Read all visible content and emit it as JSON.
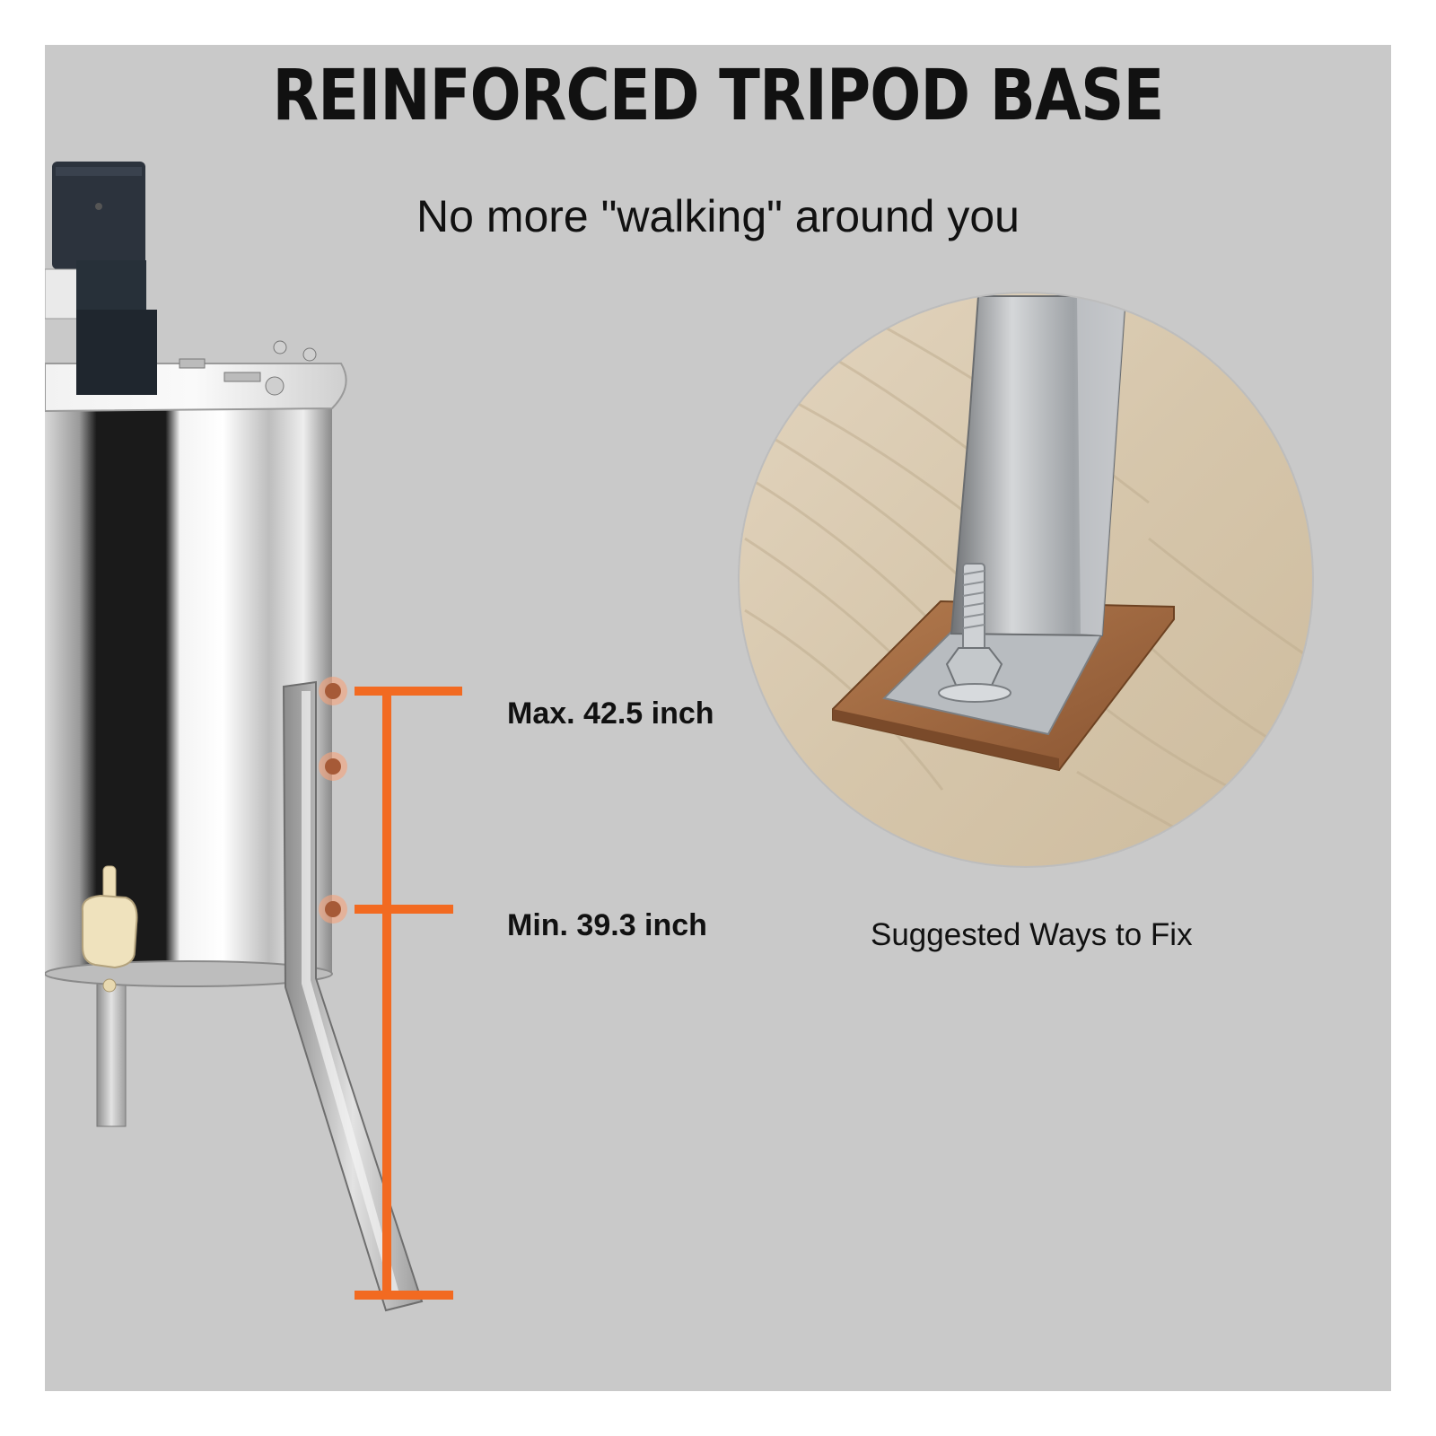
{
  "heading": {
    "title": "REINFORCED TRIPOD BASE",
    "subtitle": "No more \"walking\" around you"
  },
  "measurements": {
    "max_label": "Max. 42.5 inch",
    "min_label": "Min. 39.3 inch"
  },
  "detail": {
    "caption": "Suggested Ways to Fix"
  },
  "colors": {
    "background": "#c9c9c9",
    "accent": "#f26a21"
  }
}
